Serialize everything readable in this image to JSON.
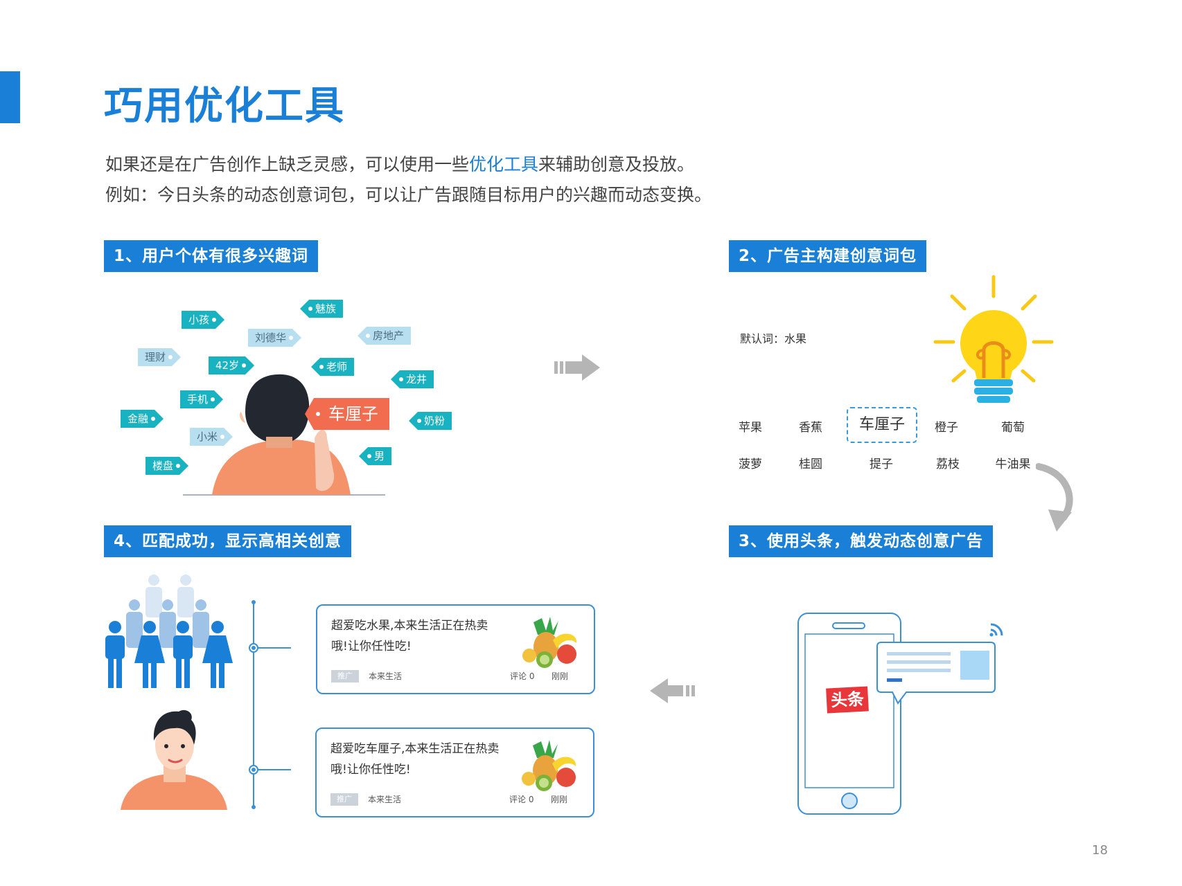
{
  "title": "巧用优化工具",
  "intro": {
    "line1_before": "如果还是在广告创作上缺乏灵感，可以使用一些",
    "line1_highlight": "优化工具",
    "line1_after": "来辅助创意及投放。",
    "line2": "例如：今日头条的动态创意词包，可以让广告跟随目标用户的兴趣而动态变换。"
  },
  "sections": {
    "s1": "1、用户个体有很多兴趣词",
    "s2": "2、广告主构建创意词包",
    "s3": "3、使用头条，触发动态创意广告",
    "s4": "4、匹配成功，显示高相关创意"
  },
  "interest_tags": {
    "xiaohai": "小孩",
    "meizu": "魅族",
    "liudehua": "刘德华",
    "fangdichan": "房地产",
    "licai": "理财",
    "age": "42岁",
    "laoshi": "老师",
    "longjing": "龙井",
    "shouji": "手机",
    "jinrong": "金融",
    "xiaomi": "小米",
    "naifen": "奶粉",
    "loupan": "楼盘",
    "nan": "男",
    "chelizi": "车厘子"
  },
  "word_pack": {
    "default_label": "默认词：水果",
    "row1": [
      "苹果",
      "香蕉",
      "车厘子",
      "橙子",
      "葡萄"
    ],
    "row2": [
      "菠萝",
      "桂圆",
      "提子",
      "荔枝",
      "牛油果"
    ]
  },
  "phone": {
    "logo_text": "头条"
  },
  "cards": [
    {
      "text": "超爱吃水果,本来生活正在热卖哦!让你任性吃!",
      "badge": "推广",
      "source": "本来生活",
      "comments": "评论 0",
      "time": "刚刚"
    },
    {
      "text": "超爱吃车厘子,本来生活正在热卖哦!让你任性吃!",
      "badge": "推广",
      "source": "本来生活",
      "comments": "评论 0",
      "time": "刚刚"
    }
  ],
  "colors": {
    "brand_blue": "#1a7fd6",
    "tag_teal": "#19b2c0",
    "tag_light": "#b8dff0",
    "tag_orange": "#f26c4f",
    "logo_red": "#e8363a"
  },
  "page_number": "18"
}
